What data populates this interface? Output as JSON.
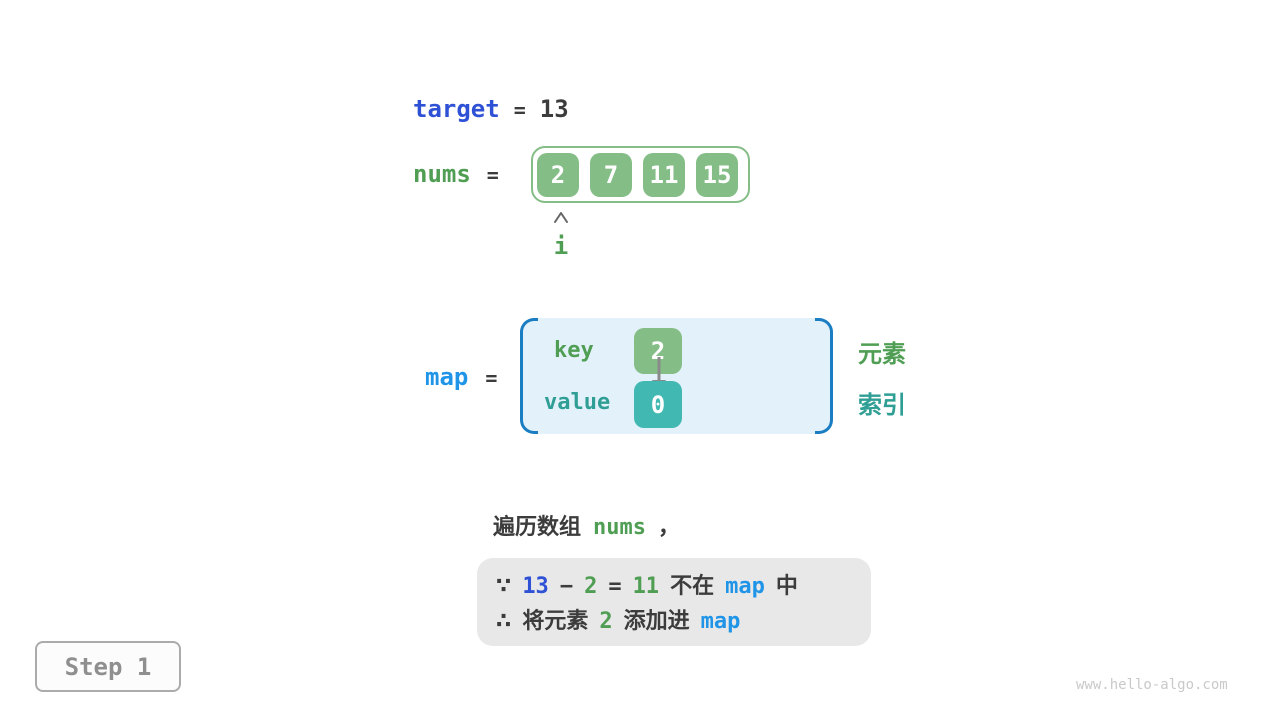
{
  "colors": {
    "green_fill": "#85BD87",
    "teal_fill": "#41B8B1",
    "green_text": "#4F9E53",
    "teal_text": "#2F9E94",
    "royal_blue": "#2E51D6",
    "bright_blue": "#2095E8",
    "bracket_blue": "#1B7EC2",
    "map_fill": "#E3F1FA",
    "dark_text": "#3C3C3C",
    "note_bg": "#E8E8E8",
    "array_border": "#85BD87"
  },
  "target": {
    "name": "target",
    "equals": "=",
    "value": "13"
  },
  "nums": {
    "name": "nums",
    "equals": "=",
    "values": [
      "2",
      "7",
      "11",
      "15"
    ],
    "pointer_label": "i"
  },
  "map": {
    "name": "map",
    "equals": "=",
    "key_label": "key",
    "value_label": "value",
    "entry": {
      "key": "2",
      "value": "0"
    }
  },
  "legend": {
    "element": "元素",
    "index": "索引"
  },
  "caption": {
    "text": "遍历数组",
    "code": "nums",
    "comma": "，"
  },
  "note": {
    "line1": [
      "∵",
      "13",
      "−",
      "2",
      "=",
      "11",
      "不在",
      "map",
      "中"
    ],
    "line2": [
      "∴",
      "将元素",
      "2",
      "添加进",
      "map"
    ]
  },
  "step": {
    "label": "Step 1"
  },
  "watermark": {
    "text": "www.hello-algo.com"
  }
}
